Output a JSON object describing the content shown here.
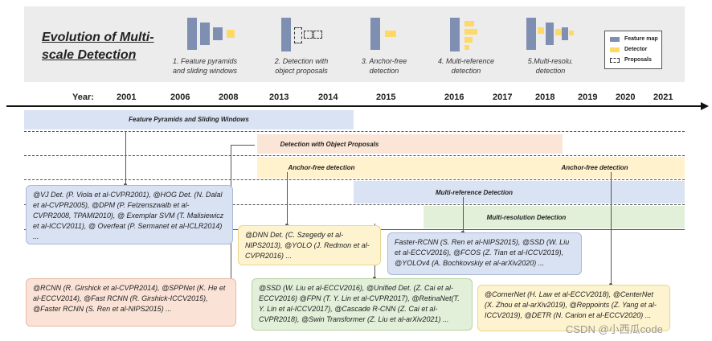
{
  "header": {
    "title_line1": "Evolution of Multi-",
    "title_line2": "scale Detection",
    "stages": [
      {
        "line1": "1. Feature pyramids",
        "line2": "and sliding windows"
      },
      {
        "line1": "2. Detection with",
        "line2": "object proposals"
      },
      {
        "line1": "3. Anchor-free",
        "line2": "detection"
      },
      {
        "line1": "4. Multi-reference",
        "line2": "detection"
      },
      {
        "line1": "5.Multi-resolu.",
        "line2": "detection"
      }
    ],
    "legend": {
      "feature_map": "Feature map",
      "detector": "Detector",
      "proposals": "Proposals"
    }
  },
  "colors": {
    "feature_map": "#7f8fb2",
    "detector": "#ffd966",
    "blue_band": "#dae3f3",
    "pink_band": "#fbe5d6",
    "yellow_band": "#fff2cc",
    "green_band": "#e2f0d9"
  },
  "timeline": {
    "label": "Year:",
    "years": [
      "2001",
      "2006",
      "2008",
      "2013",
      "2014",
      "2015",
      "2016",
      "2017",
      "2018",
      "2019",
      "2020",
      "2021"
    ]
  },
  "bands": {
    "fpsw": "Feature Pyramids and Sliding Windows",
    "dop": "Detection with Object Proposals",
    "afd_left": "Anchor-free detection",
    "afd_right": "Anchor-free detection",
    "mrd": "Multi-reference Detection",
    "mres": "Multi-resolution Detection"
  },
  "boxes": {
    "vj": "@VJ Det. (P. Viola et al-CVPR2001), @HOG Det. (N. Dalal et al-CVPR2005), @DPM (P. Felzenszwalb et al-CVPR2008, TPAMI2010), @ Exemplar SVM (T. Malisiewicz et al-ICCV2011), @ Overfeat (P. Sermanet et al-ICLR2014) ...",
    "dnn": "@DNN Det. (C. Szegedy et al-NIPS2013), @YOLO (J. Redmon et al-CVPR2016) ...",
    "rcnn": "@RCNN (R. Girshick et al-CVPR2014), @SPPNet (K. He et al-ECCV2014), @Fast RCNN (R. Girshick-ICCV2015), @Faster RCNN (S. Ren et al-NIPS2015) ...",
    "ssd": "@SSD (W. Liu et al-ECCV2016), @Unified Det. (Z. Cai et al-ECCV2016) @FPN (T. Y. Lin et al-CVPR2017), @RetinaNet(T. Y. Lin et al-ICCV2017), @Cascade R-CNN (Z. Cai et al-CVPR2018), @Swin Transformer (Z. Liu et al-arXiv2021) ...",
    "faster": "Faster-RCNN (S. Ren et al-NIPS2015), @SSD (W. Liu et al-ECCV2016), @FCOS (Z. Tian et al-ICCV2019), @YOLOv4 (A. Bochkovskiy et al-arXiv2020) ...",
    "corner": "@CornerNet (H. Law et al-ECCV2018), @CenterNet (X. Zhou et al-arXiv2019), @Reppoints (Z. Yang et al-ICCV2019), @DETR (N. Carion et al-ECCV2020) ..."
  },
  "watermark": "CSDN @小西瓜code"
}
